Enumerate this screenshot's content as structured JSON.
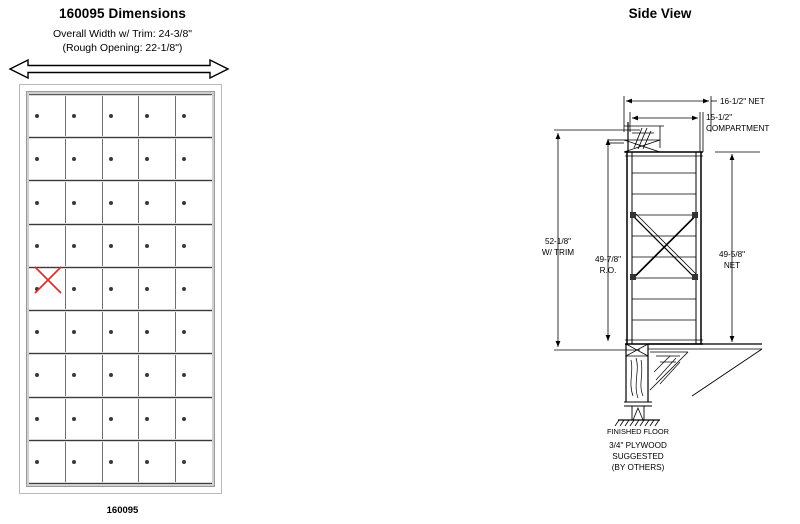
{
  "front_view": {
    "title": "160095 Dimensions",
    "subtitle_line1": "Overall Width w/ Trim: 24-3/8\"",
    "subtitle_line2": "(Rough Opening: 22-1/8\")",
    "model_label": "160095",
    "rows": 9,
    "columns": 5,
    "total_compartments": 45,
    "marked_cell": {
      "row": 5,
      "column": 1,
      "marker": "red-x"
    },
    "width_arrow": "double-headed-horizontal-arrow"
  },
  "side_view": {
    "title": "Side View",
    "dimensions": {
      "depth_net": "16-1/2\" NET",
      "depth_compartment_line1": "15-1/2\"",
      "depth_compartment_line2": "COMPARTMENT",
      "height_trim_line1": "52-1/8\"",
      "height_trim_line2": "W/ TRIM",
      "height_ro_line1": "49-7/8\"",
      "height_ro_line2": "R.O.",
      "height_net_line1": "49-5/8\"",
      "height_net_line2": "NET"
    },
    "annotations": {
      "finished_floor": "FINISHED FLOOR",
      "plywood_line1": "3/4\" PLYWOOD",
      "plywood_line2": "SUGGESTED",
      "plywood_line3": "(BY OTHERS)"
    }
  },
  "colors": {
    "line": "#000000",
    "marker_red": "#ee2222",
    "door_fill": "#ffffff",
    "frame_gray": "#b9b9b9",
    "divider_gray": "#6e6e6e",
    "lock_dot": "#3a3a3a"
  }
}
